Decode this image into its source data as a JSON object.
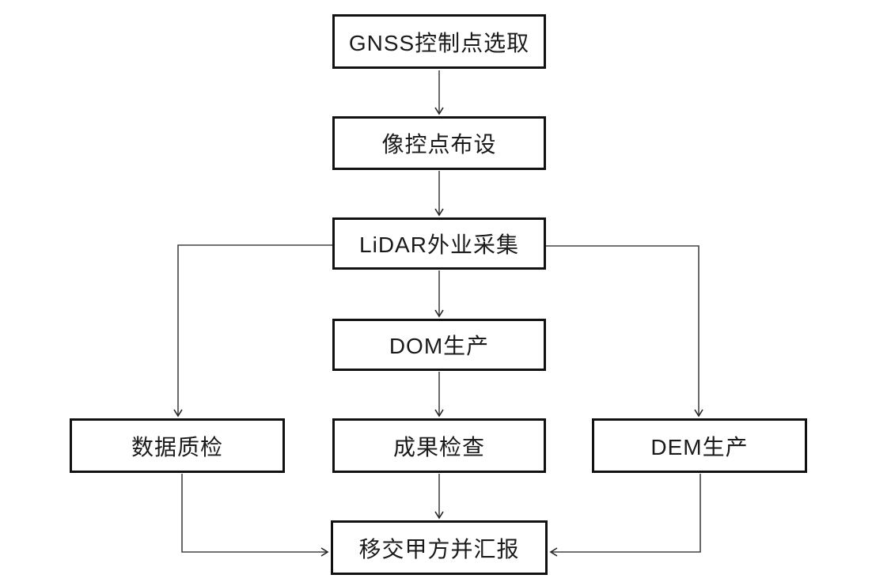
{
  "diagram": {
    "nodes": [
      {
        "id": "gnss-control-point-selection",
        "label": "GNSS控制点选取"
      },
      {
        "id": "image-control-point-layout",
        "label": "像控点布设"
      },
      {
        "id": "lidar-field-collection",
        "label": "LiDAR外业采集"
      },
      {
        "id": "dom-production",
        "label": "DOM生产"
      },
      {
        "id": "data-quality-check",
        "label": "数据质检"
      },
      {
        "id": "result-inspection",
        "label": "成果检查"
      },
      {
        "id": "dem-production",
        "label": "DEM生产"
      },
      {
        "id": "handover-and-report",
        "label": "移交甲方并汇报"
      }
    ],
    "edges": [
      {
        "from": "gnss-control-point-selection",
        "to": "image-control-point-layout"
      },
      {
        "from": "image-control-point-layout",
        "to": "lidar-field-collection"
      },
      {
        "from": "lidar-field-collection",
        "to": "dom-production"
      },
      {
        "from": "lidar-field-collection",
        "to": "data-quality-check"
      },
      {
        "from": "lidar-field-collection",
        "to": "dem-production"
      },
      {
        "from": "dom-production",
        "to": "result-inspection"
      },
      {
        "from": "result-inspection",
        "to": "handover-and-report"
      },
      {
        "from": "data-quality-check",
        "to": "handover-and-report"
      },
      {
        "from": "dem-production",
        "to": "handover-and-report"
      }
    ],
    "colors": {
      "box_border": "#111111",
      "line": "#444444",
      "text": "#1a1a1a",
      "background": "#ffffff"
    }
  }
}
